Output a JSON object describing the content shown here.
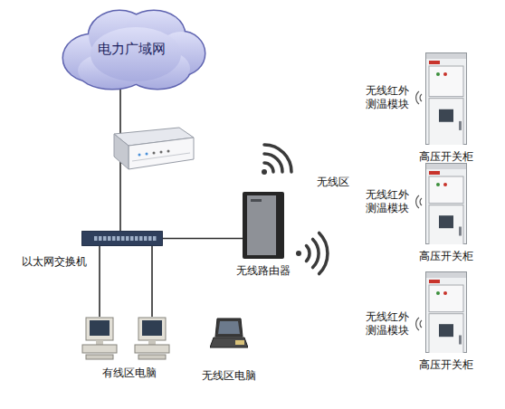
{
  "diagram": {
    "nodes": [
      {
        "text": [
          "电力广域网"
        ]
      },
      {
        "text": [
          "高压开关柜"
        ]
      },
      {
        "text": [
          "以太网交换机"
        ]
      },
      {
        "text": [
          "无线路由器"
        ]
      },
      {
        "text": [
          "高压开关柜"
        ]
      },
      {
        "text": [
          "有线区电脑"
        ]
      },
      {
        "text": [
          "无线区电脑"
        ]
      },
      {
        "text": [
          "高压开关柜"
        ]
      }
    ],
    "edges": [
      {
        "from": 0,
        "to": 2,
        "arrow": "none"
      },
      {
        "from": 2,
        "to": 3,
        "arrow": "none"
      },
      {
        "from": 2,
        "to": 5,
        "arrow": "none"
      },
      {
        "from": 2,
        "to": 5,
        "arrow": "none"
      }
    ],
    "labels": [
      "无线红外测温模块",
      "无线区",
      "无线红外测温模块",
      "无线红外测温模块"
    ]
  }
}
